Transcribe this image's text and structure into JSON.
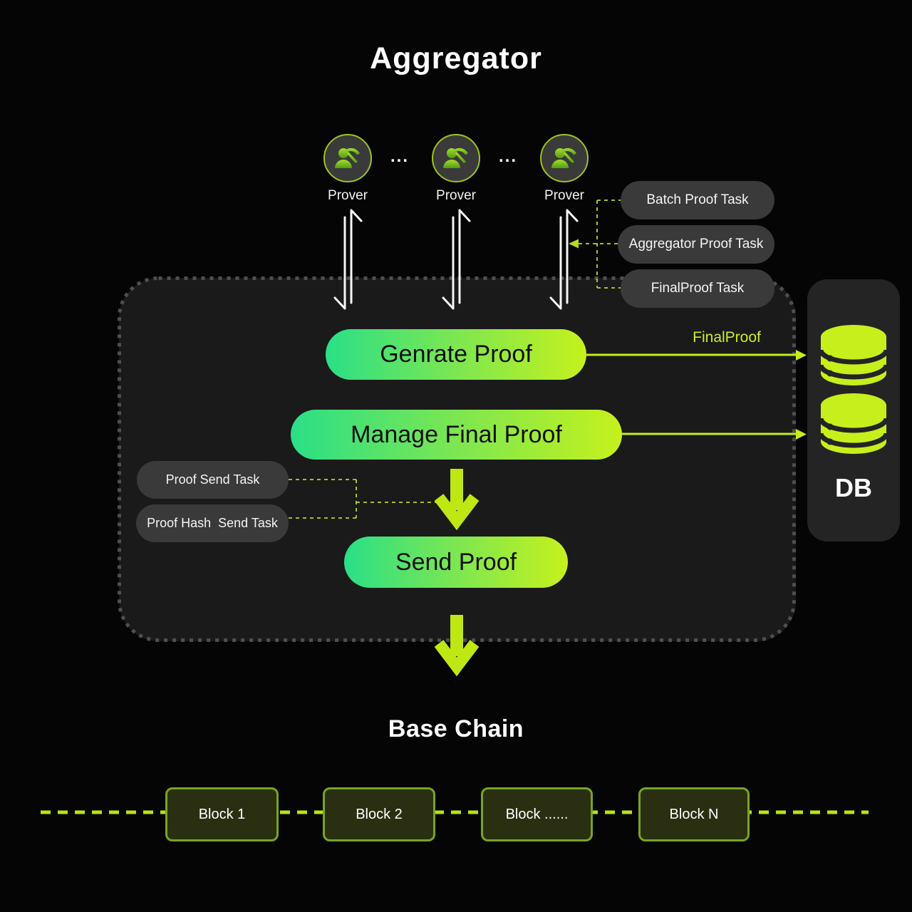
{
  "title": "Aggregator",
  "provers": {
    "label": "Prover",
    "separator": "..."
  },
  "right_tasks": [
    {
      "label": "Batch Proof Task"
    },
    {
      "label": "Aggregator Proof Task"
    },
    {
      "label": "FinalProof Task"
    }
  ],
  "process": {
    "generate_label": "Genrate Proof",
    "manage_label": "Manage Final Proof",
    "send_label": "Send Proof"
  },
  "left_tasks": [
    {
      "label": "Proof Send Task"
    },
    {
      "label": "Proof Hash  Send Task"
    }
  ],
  "final_proof_arrow_label": "FinalProof",
  "db": {
    "label": "DB"
  },
  "base_chain": {
    "title": "Base Chain",
    "blocks": [
      "Block 1",
      "Block 2",
      "Block ......",
      "Block N"
    ]
  },
  "colors": {
    "background": "#050505",
    "container_fill": "#1a1a1a",
    "container_dash": "#4f4f4f",
    "pill_gradient_start": "#2ADF87",
    "pill_gradient_end": "#C6F11C",
    "dark_pill": "#3A3A3A",
    "accent_lime": "#C3EC1A",
    "block_border": "#79A41F",
    "block_fill": "#2A2F12",
    "white": "#FFFFFF"
  }
}
